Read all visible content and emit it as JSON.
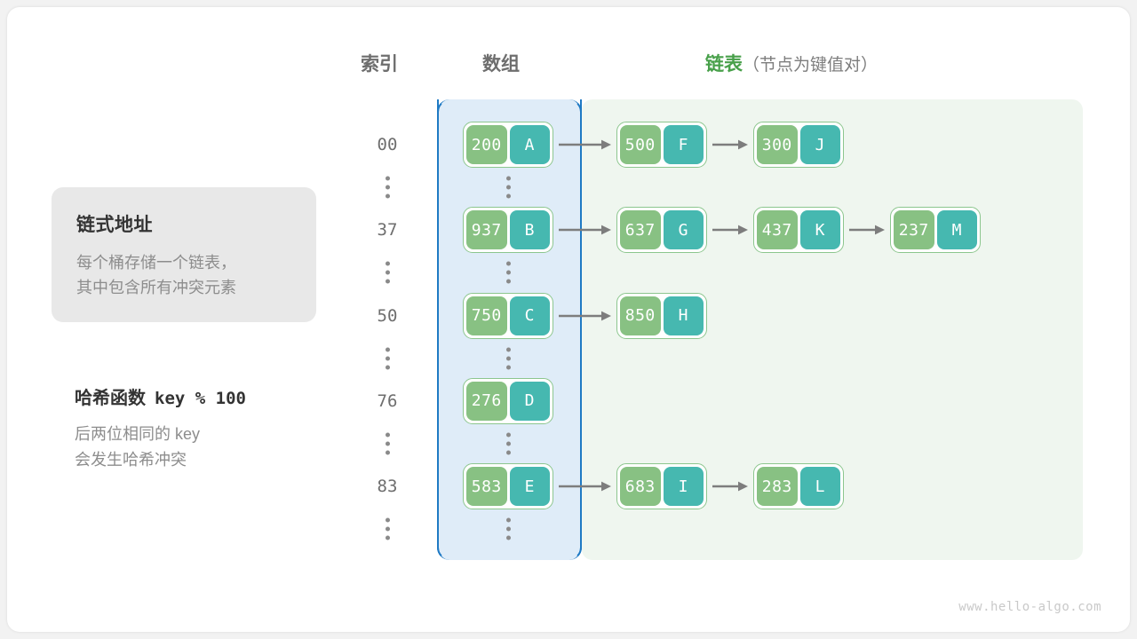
{
  "headers": {
    "index": "索引",
    "array": "数组",
    "list_main": "链表",
    "list_sub": "（节点为键值对）"
  },
  "info_card": {
    "title": "链式地址",
    "body": "每个桶存储一个链表，\n其中包含所有冲突元素"
  },
  "hash_note": {
    "title_cn": "哈希函数",
    "title_expr": "key % 100",
    "body": "后两位相同的 key\n会发生哈希冲突"
  },
  "colors": {
    "array_bg": "#dfecf8",
    "array_border": "#1f7ac4",
    "list_bg": "#eff6ef",
    "node_border": "#8cc68e",
    "key_bg": "#88c183",
    "value_bg": "#46b8b0",
    "accent_green": "#48a04a",
    "arrow": "#7d7d7d",
    "label_gray": "#6e6e6e"
  },
  "ellipsis_glyph": "⋮",
  "rows": [
    {
      "index": "00",
      "bucket": {
        "key": "200",
        "value": "A"
      },
      "chain": [
        {
          "key": "500",
          "value": "F"
        },
        {
          "key": "300",
          "value": "J"
        }
      ]
    },
    {
      "index": "37",
      "bucket": {
        "key": "937",
        "value": "B"
      },
      "chain": [
        {
          "key": "637",
          "value": "G"
        },
        {
          "key": "437",
          "value": "K"
        },
        {
          "key": "237",
          "value": "M"
        }
      ]
    },
    {
      "index": "50",
      "bucket": {
        "key": "750",
        "value": "C"
      },
      "chain": [
        {
          "key": "850",
          "value": "H"
        }
      ]
    },
    {
      "index": "76",
      "bucket": {
        "key": "276",
        "value": "D"
      },
      "chain": []
    },
    {
      "index": "83",
      "bucket": {
        "key": "583",
        "value": "E"
      },
      "chain": [
        {
          "key": "683",
          "value": "I"
        },
        {
          "key": "283",
          "value": "L"
        }
      ]
    }
  ],
  "watermark": "www.hello-algo.com"
}
